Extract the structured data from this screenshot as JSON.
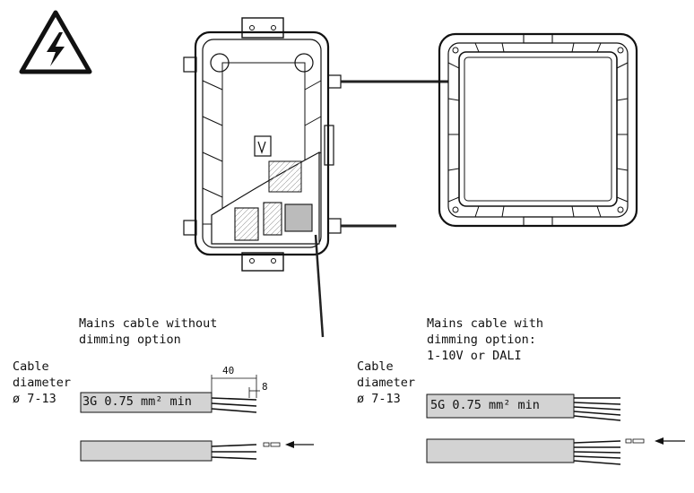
{
  "left_panel": {
    "title_line1": "Mains cable without",
    "title_line2": "dimming option",
    "cable_label": "Cable",
    "diameter_label": "diameter",
    "diameter_value": "ø 7-13",
    "cable_spec": "3G 0.75 mm² min",
    "dim_strip": "40",
    "dim_core": "8"
  },
  "right_panel": {
    "title_line1": "Mains cable with",
    "title_line2": "dimming option:",
    "title_line3": "1-10V or DALI",
    "cable_label": "Cable",
    "diameter_label": "diameter",
    "diameter_value": "ø 7-13",
    "cable_spec": "5G 0.75 mm² min"
  },
  "colors": {
    "cable_fill": "#d3d3d3",
    "line": "#111111"
  },
  "icons": [
    "electric-hazard-warning-icon",
    "insert-arrow-icon"
  ]
}
